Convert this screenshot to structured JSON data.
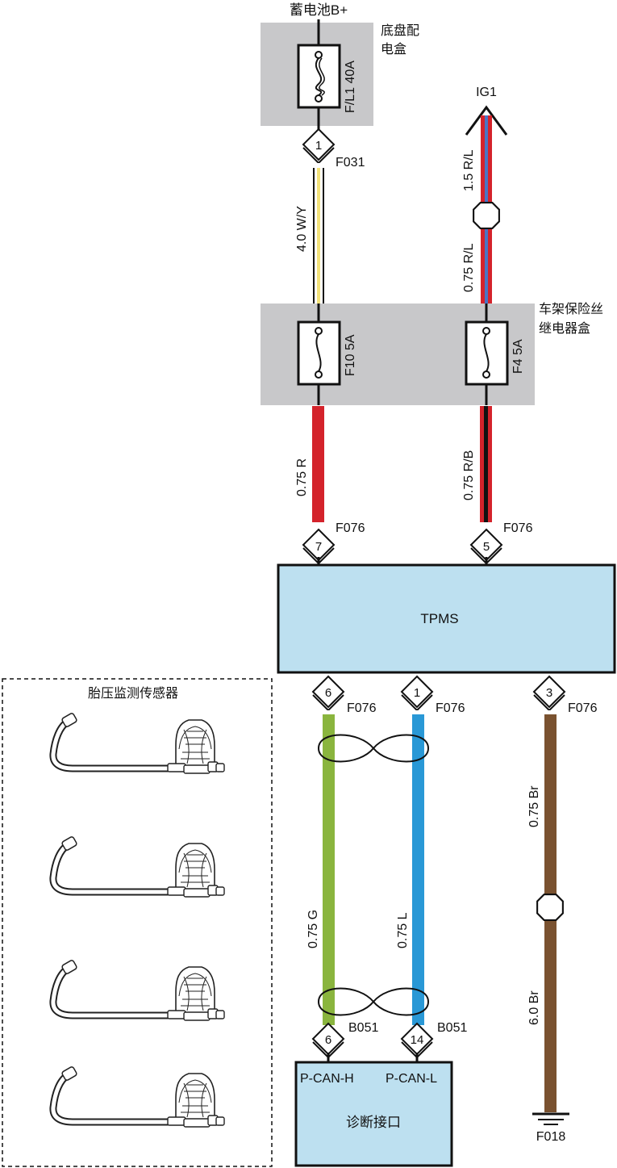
{
  "power": {
    "battery_label": "蓄电池B+",
    "ig_label": "IG1"
  },
  "chassis_box": {
    "label_line1": "底盘配",
    "label_line2": "电盒",
    "fuse_label": "F/L1 40A"
  },
  "frame_box": {
    "label_line1": "车架保险丝",
    "label_line2": "继电器盒",
    "fuse1_label": "F10 5A",
    "fuse2_label": "F4 5A"
  },
  "wires": {
    "w1": "4.0 W/Y",
    "w2_top": "1.5 R/L",
    "w2_bottom": "0.75 R/L",
    "w3": "0.75 R",
    "w4": "0.75 R/B",
    "w5": "0.75 G",
    "w6": "0.75 L",
    "w7_top": "0.75 Br",
    "w7_bottom": "6.0 Br"
  },
  "connectors": {
    "c1": {
      "pin": "1",
      "name": "F031"
    },
    "c2": {
      "pin": "7",
      "name": "F076"
    },
    "c3": {
      "pin": "5",
      "name": "F076"
    },
    "c4": {
      "pin": "6",
      "name": "F076"
    },
    "c5": {
      "pin": "1",
      "name": "F076"
    },
    "c6": {
      "pin": "3",
      "name": "F076"
    },
    "c7": {
      "pin": "6",
      "name": "B051"
    },
    "c8": {
      "pin": "14",
      "name": "B051"
    }
  },
  "tpms": {
    "label": "TPMS"
  },
  "diag": {
    "label": "诊断接口",
    "pin_h": "P-CAN-H",
    "pin_l": "P-CAN-L"
  },
  "ground": {
    "label": "F018"
  },
  "sensors": {
    "title": "胎压监测传感器",
    "count": 4
  },
  "colors": {
    "box_gray": "#c8c8ca",
    "module_blue": "#bde0f0",
    "wire_red": "#d4232b",
    "wire_blue": "#4a74c4",
    "wire_yellow": "#f3e27a",
    "wire_green": "#8ab53e",
    "wire_cyan": "#2998d6",
    "wire_brown": "#7a5230",
    "wire_black": "#111111"
  }
}
